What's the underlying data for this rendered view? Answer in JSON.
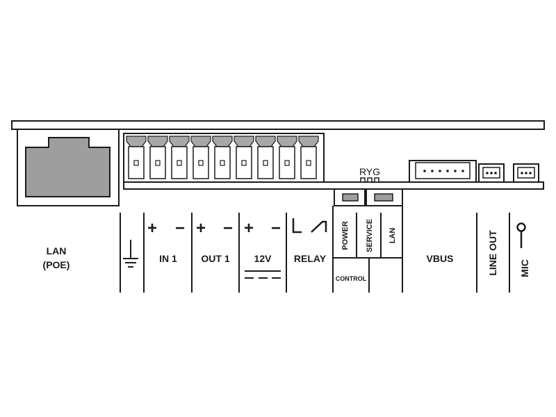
{
  "labels": {
    "lan": "LAN",
    "poe": "(POE)",
    "in1": "IN 1",
    "out1": "OUT 1",
    "v12": "12V",
    "relay": "RELAY",
    "power": "POWER",
    "service": "SERVICE",
    "lan_led": "LAN",
    "control": "CONTROL",
    "vbus": "VBUS",
    "line_out": "LINE OUT",
    "mic": "MIC",
    "ryg": "RYG"
  },
  "signs": {
    "plus": "+",
    "minus": "−"
  },
  "colors": {
    "ink": "#1a1a1a",
    "board": "#ffffff",
    "port": "#9e9e9e",
    "connector": "#a8a8a8"
  }
}
